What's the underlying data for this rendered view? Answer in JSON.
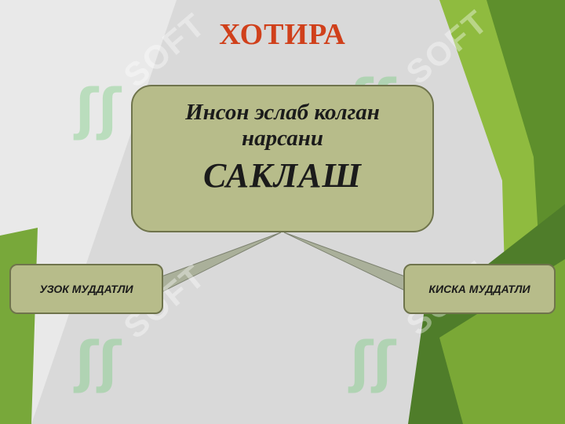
{
  "title": "ХОТИРА",
  "main_node": {
    "line1": "Инсон эслаб колган",
    "line2": "нарсани",
    "line3": "САКЛАШ"
  },
  "left_node": "УЗОК МУДДАТЛИ",
  "right_node": "КИСКА МУДДАТЛИ",
  "watermark": "SOFT",
  "colors": {
    "title": "#d0401b",
    "box_fill": "#b7bc8a",
    "box_border": "#6f744c",
    "green_light": "#a6c84a",
    "green_dark": "#4f7d2a"
  }
}
